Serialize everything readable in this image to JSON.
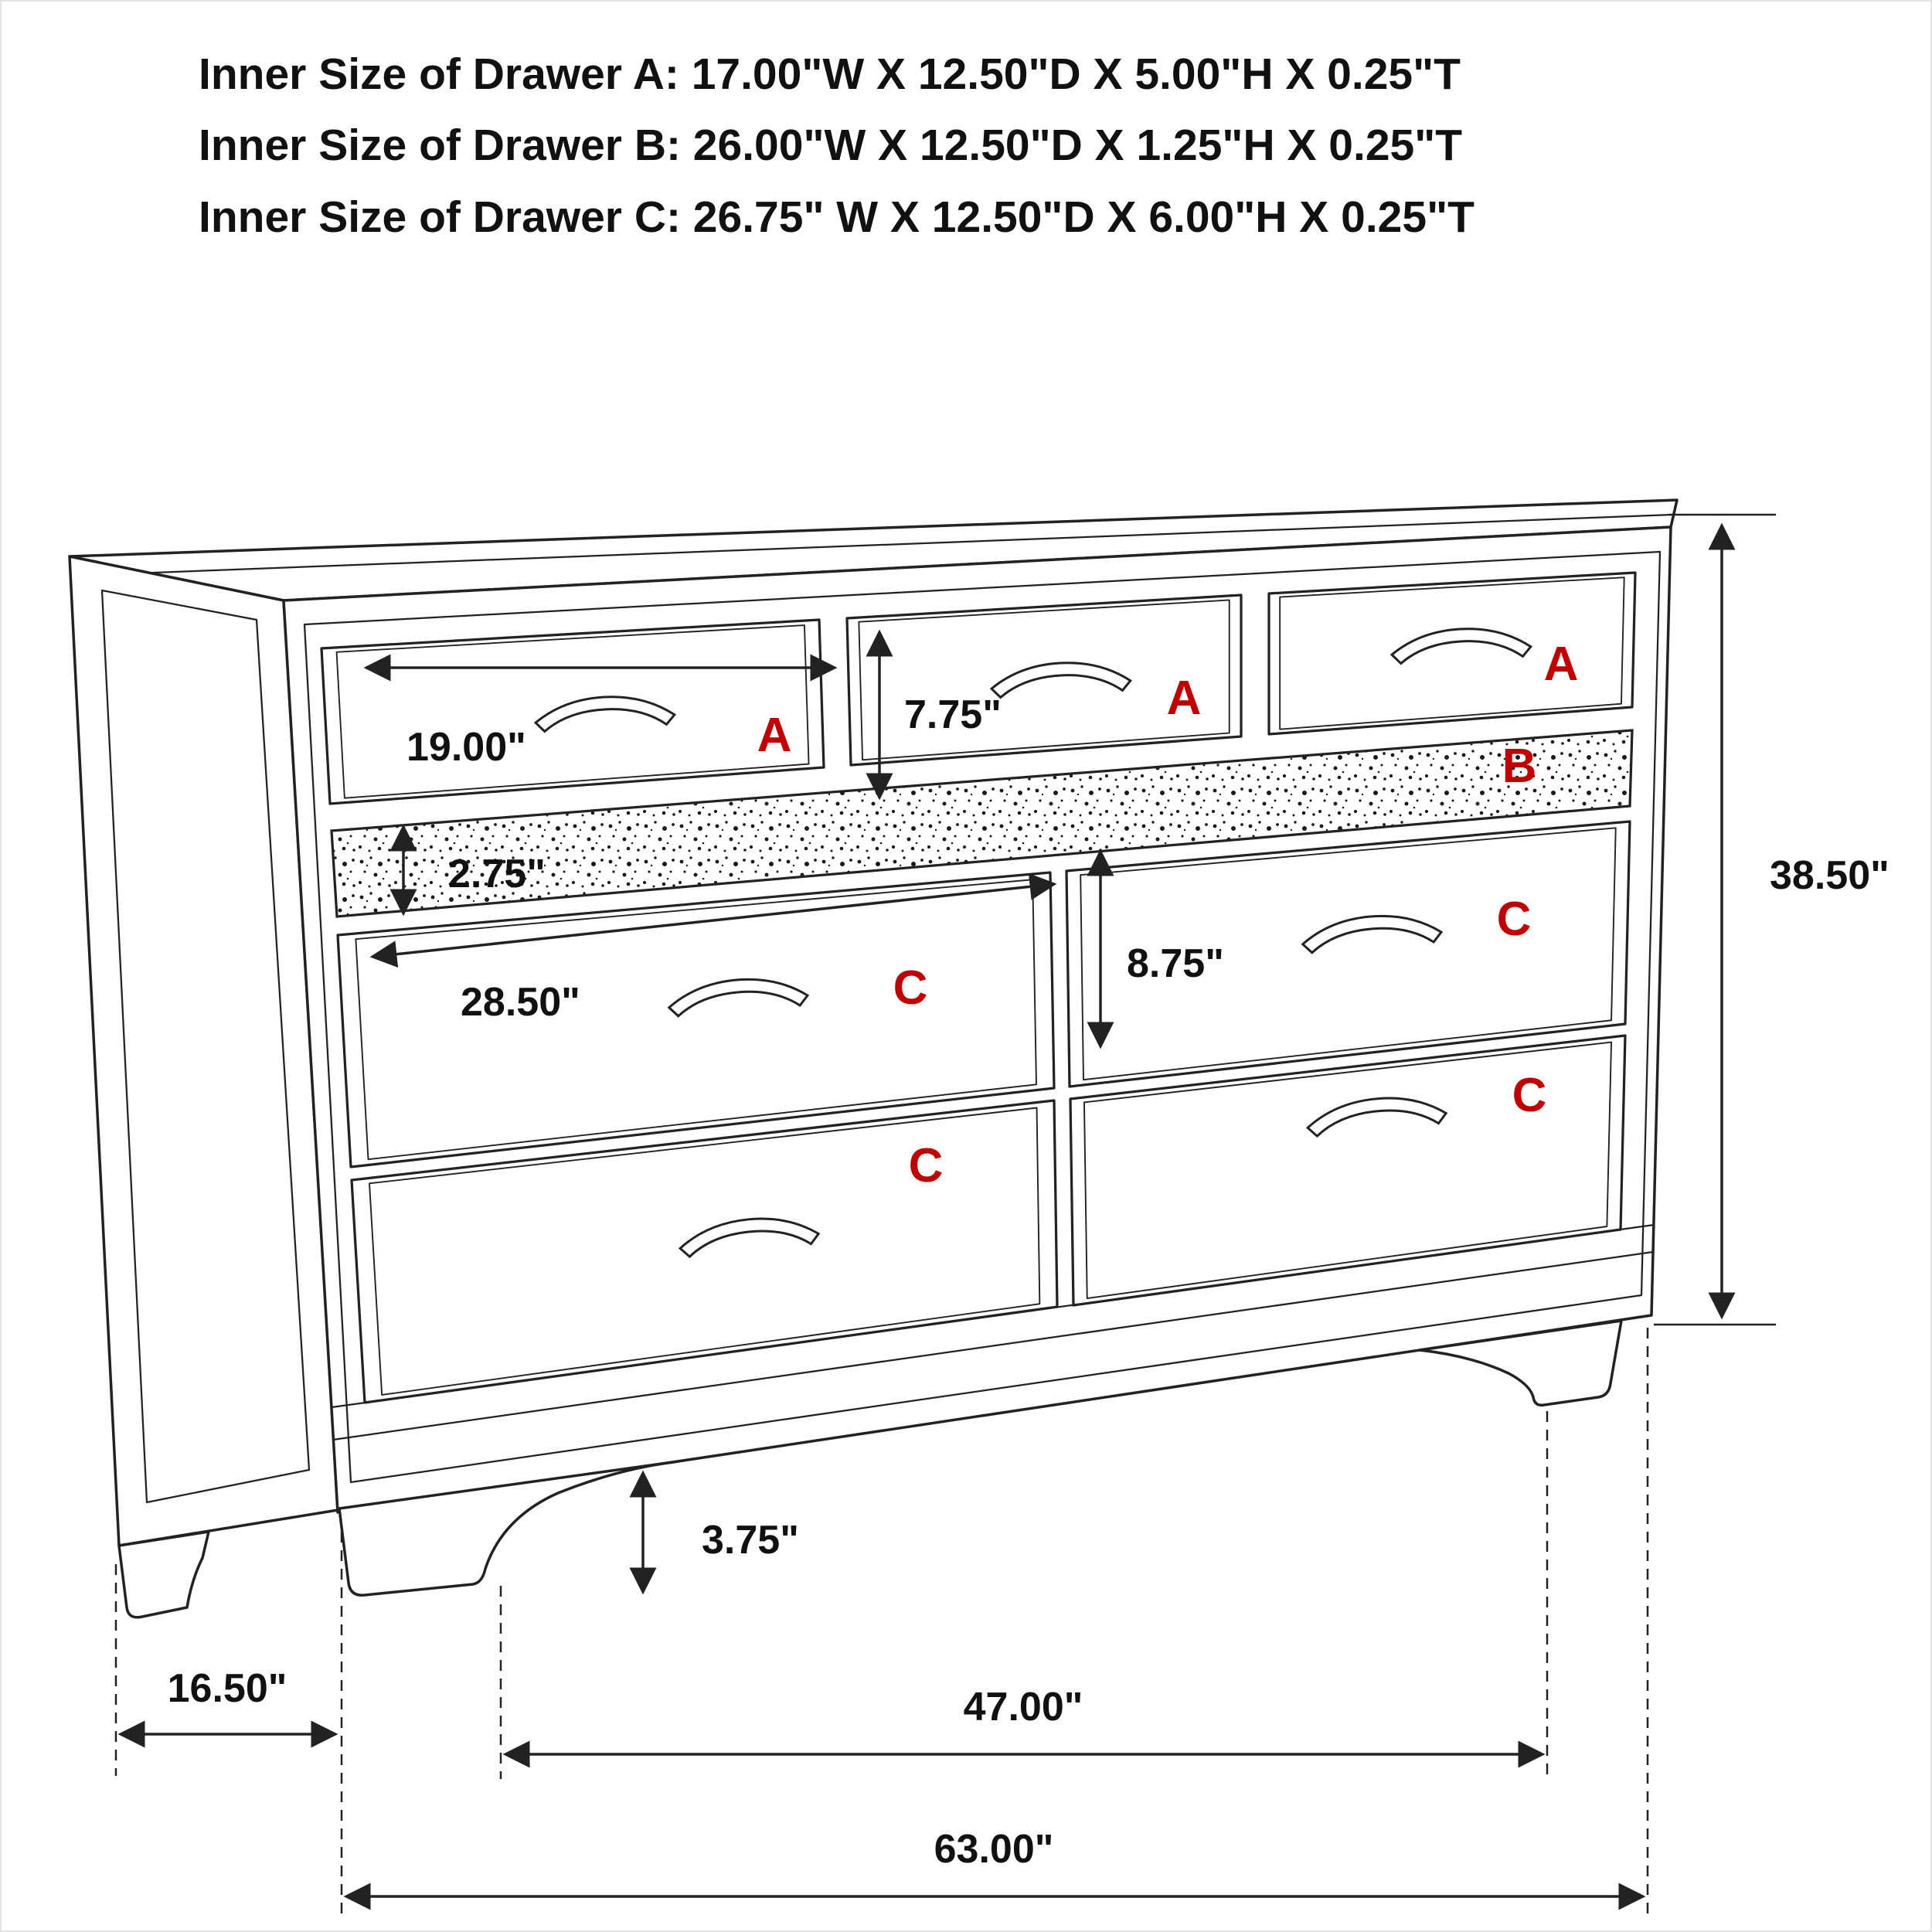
{
  "header": {
    "lines": [
      "Inner Size of Drawer A: 17.00\"W X 12.50\"D X 5.00\"H X 0.25\"T",
      "Inner Size of Drawer B: 26.00\"W X 12.50\"D X 1.25\"H X 0.25\"T",
      "Inner Size of Drawer C: 26.75\" W X 12.50\"D X 6.00\"H X 0.25\"T"
    ]
  },
  "diagram": {
    "drawer_letters": {
      "a1": "A",
      "a2": "A",
      "a3": "A",
      "b": "B",
      "c1_left": "C",
      "c1_right": "C",
      "c2_left": "C",
      "c2_right": "C"
    },
    "dims": {
      "drawer_a_width": "19.00\"",
      "drawer_row_a_height": "7.75\"",
      "strip_b_height": "2.75\"",
      "drawer_c_width": "28.50\"",
      "drawer_c_height": "8.75\"",
      "overall_height": "38.50\"",
      "foot_height": "3.75\"",
      "depth": "16.50\"",
      "leg_span": "47.00\"",
      "overall_width": "63.00\""
    }
  },
  "colors": {
    "letter_red": "#c00000",
    "line": "#222222",
    "text": "#111111"
  }
}
